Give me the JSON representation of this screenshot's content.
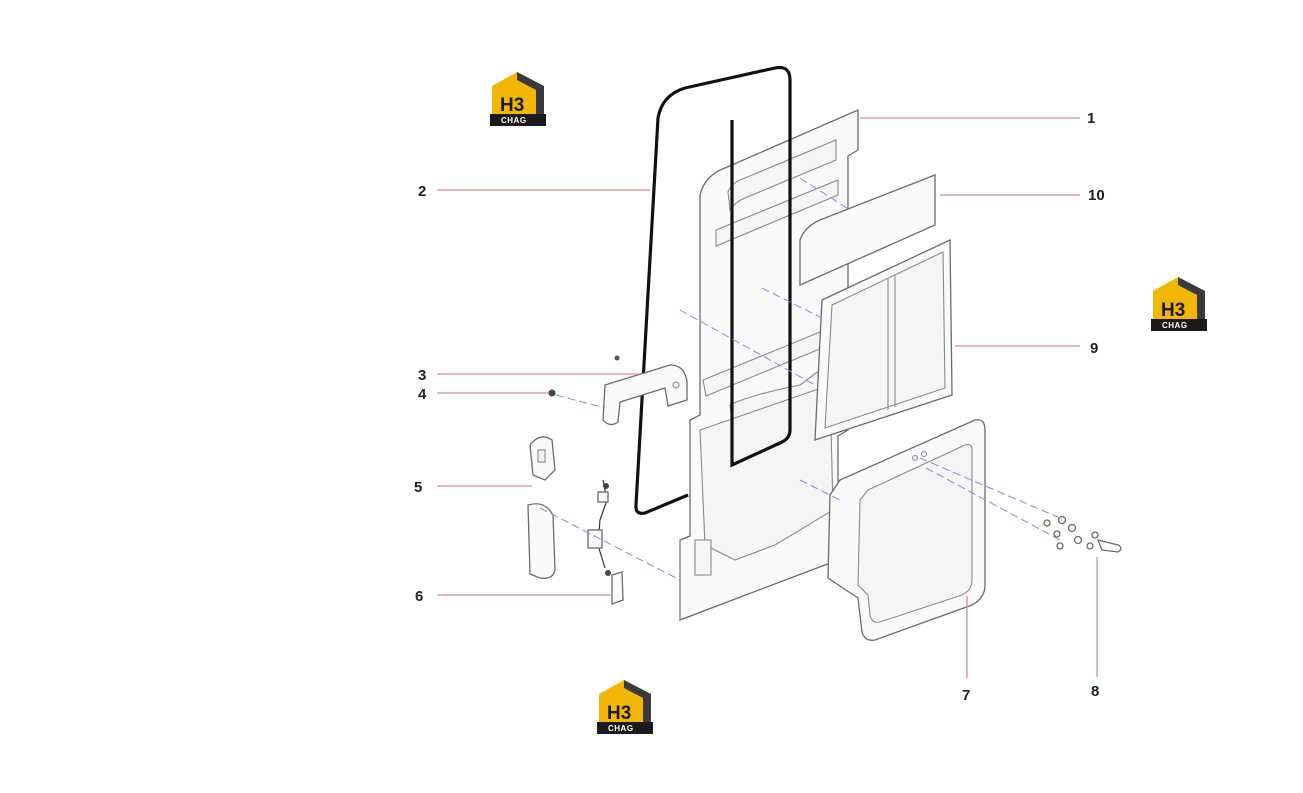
{
  "brand": {
    "mark": "H3",
    "subtext": "CHAG",
    "roof_color": "#f2b705",
    "bar_color": "#1a1a1a"
  },
  "callouts": [
    {
      "label": "1"
    },
    {
      "label": "2"
    },
    {
      "label": "3"
    },
    {
      "label": "4"
    },
    {
      "label": "5"
    },
    {
      "label": "6"
    },
    {
      "label": "7"
    },
    {
      "label": "8"
    },
    {
      "label": "9"
    },
    {
      "label": "10"
    }
  ],
  "colors": {
    "leader_line": "#d98b8b",
    "assembly_axis": "#8a8ad8",
    "outline": "#6b6b6b"
  }
}
